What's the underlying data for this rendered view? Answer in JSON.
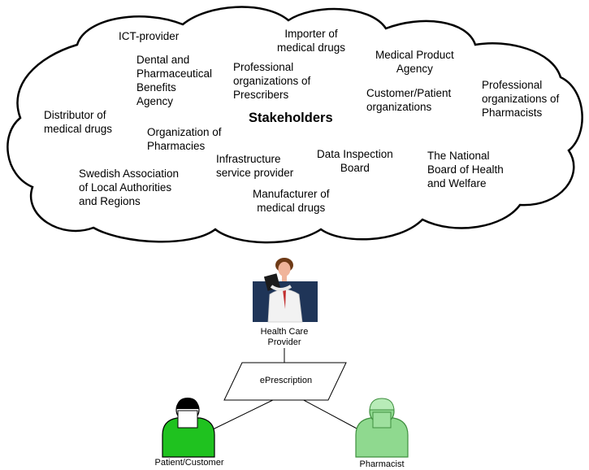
{
  "cloud": {
    "title": "Stakeholders",
    "items": [
      "ICT-provider",
      "Importer of\nmedical drugs",
      "Dental and\nPharmaceutical\nBenefits\nAgency",
      "Professional\norganizations of\nPrescribers",
      "Medical Product\nAgency",
      "Professional\norganizations of\nPharmacists",
      "Customer/Patient\norganizations",
      "Distributor of\nmedical drugs",
      "Organization of\nPharmacies",
      "Data Inspection\nBoard",
      "The National\nBoard of Health\nand Welfare",
      "Infrastructure\nservice provider",
      "Swedish Association\nof Local Authorities\nand Regions",
      "Manufacturer of\nmedical drugs"
    ]
  },
  "actors": {
    "provider": "Health Care\nProvider",
    "eprescription": "ePrescription",
    "patient": "Patient/Customer",
    "pharmacist": "Pharmacist"
  },
  "colors": {
    "cloud_fill": "#ffffff",
    "outline": "#000000",
    "photo_bg": "#1f3558",
    "patient_green": "#1fc21f",
    "pharmacist_green": "#8fd98f"
  }
}
